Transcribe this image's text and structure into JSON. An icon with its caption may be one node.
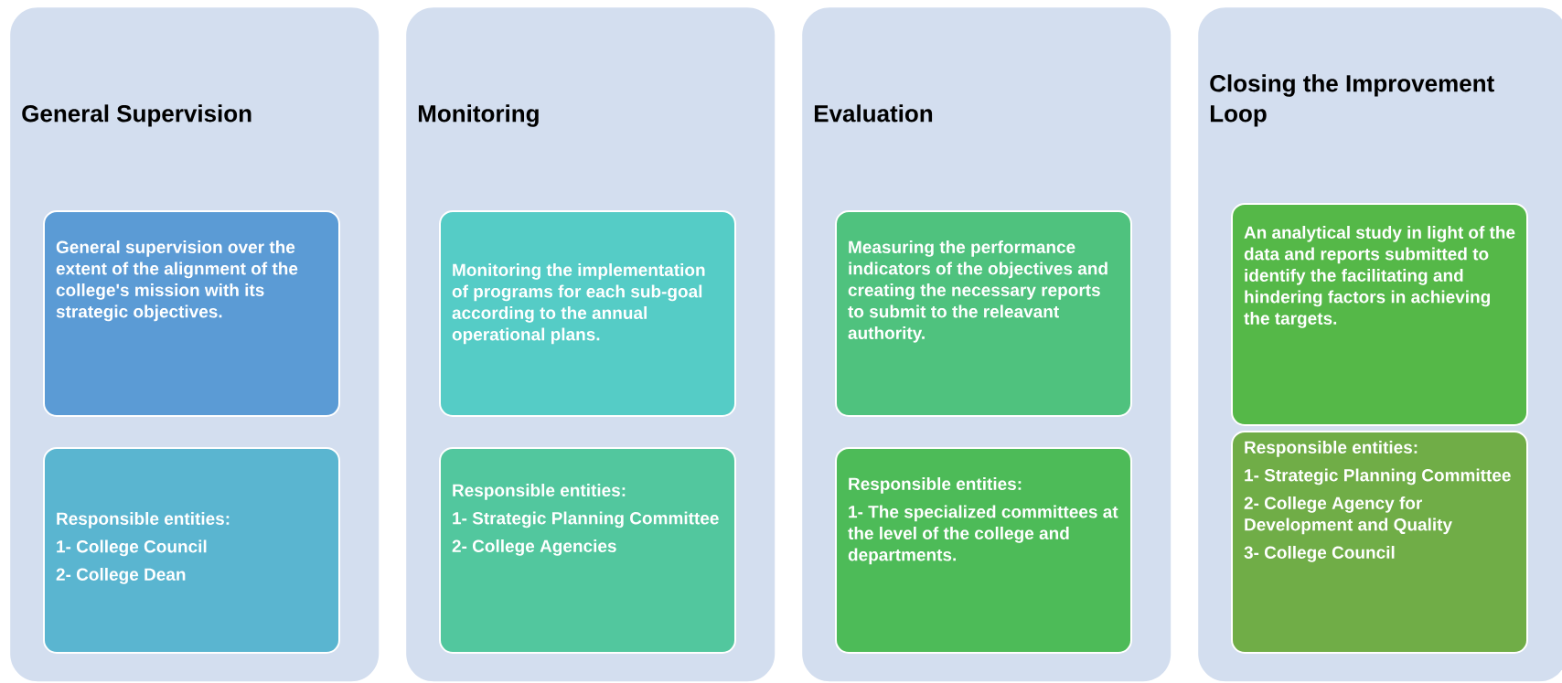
{
  "diagram": {
    "nodes": [
      {
        "text": [
          "General Supervision"
        ]
      },
      {
        "text": [
          "General supervision over the extent of the alignment of the college's mission with its strategic objectives."
        ],
        "in": 0
      },
      {
        "text": [
          "Responsible entities:",
          "1- College Council",
          "2- College Dean"
        ],
        "in": 0
      },
      {
        "text": [
          "Monitoring"
        ]
      },
      {
        "text": [
          "Monitoring the implementation of programs for each sub-goal according to the annual operational plans."
        ],
        "in": 3
      },
      {
        "text": [
          "Responsible entities:",
          "1- Strategic Planning Committee",
          "2- College Agencies"
        ],
        "in": 3
      },
      {
        "text": [
          "Evaluation"
        ]
      },
      {
        "text": [
          "Measuring the performance indicators of the objectives and creating the necessary reports to submit to the releavant authority."
        ],
        "in": 6
      },
      {
        "text": [
          "Responsible entities:",
          "1- The specialized committees at the level of the college and departments."
        ],
        "in": 6
      },
      {
        "text": [
          "Closing the Improvement Loop"
        ]
      },
      {
        "text": [
          "An analytical study in light of the data and reports submitted to identify the facilitating and hindering factors in achieving the targets."
        ],
        "in": 9
      },
      {
        "text": [
          "Responsible entities:",
          "1- Strategic Planning Committee",
          "2- College Agency for Development and Quality",
          "3- College Council"
        ],
        "in": 9
      }
    ]
  }
}
